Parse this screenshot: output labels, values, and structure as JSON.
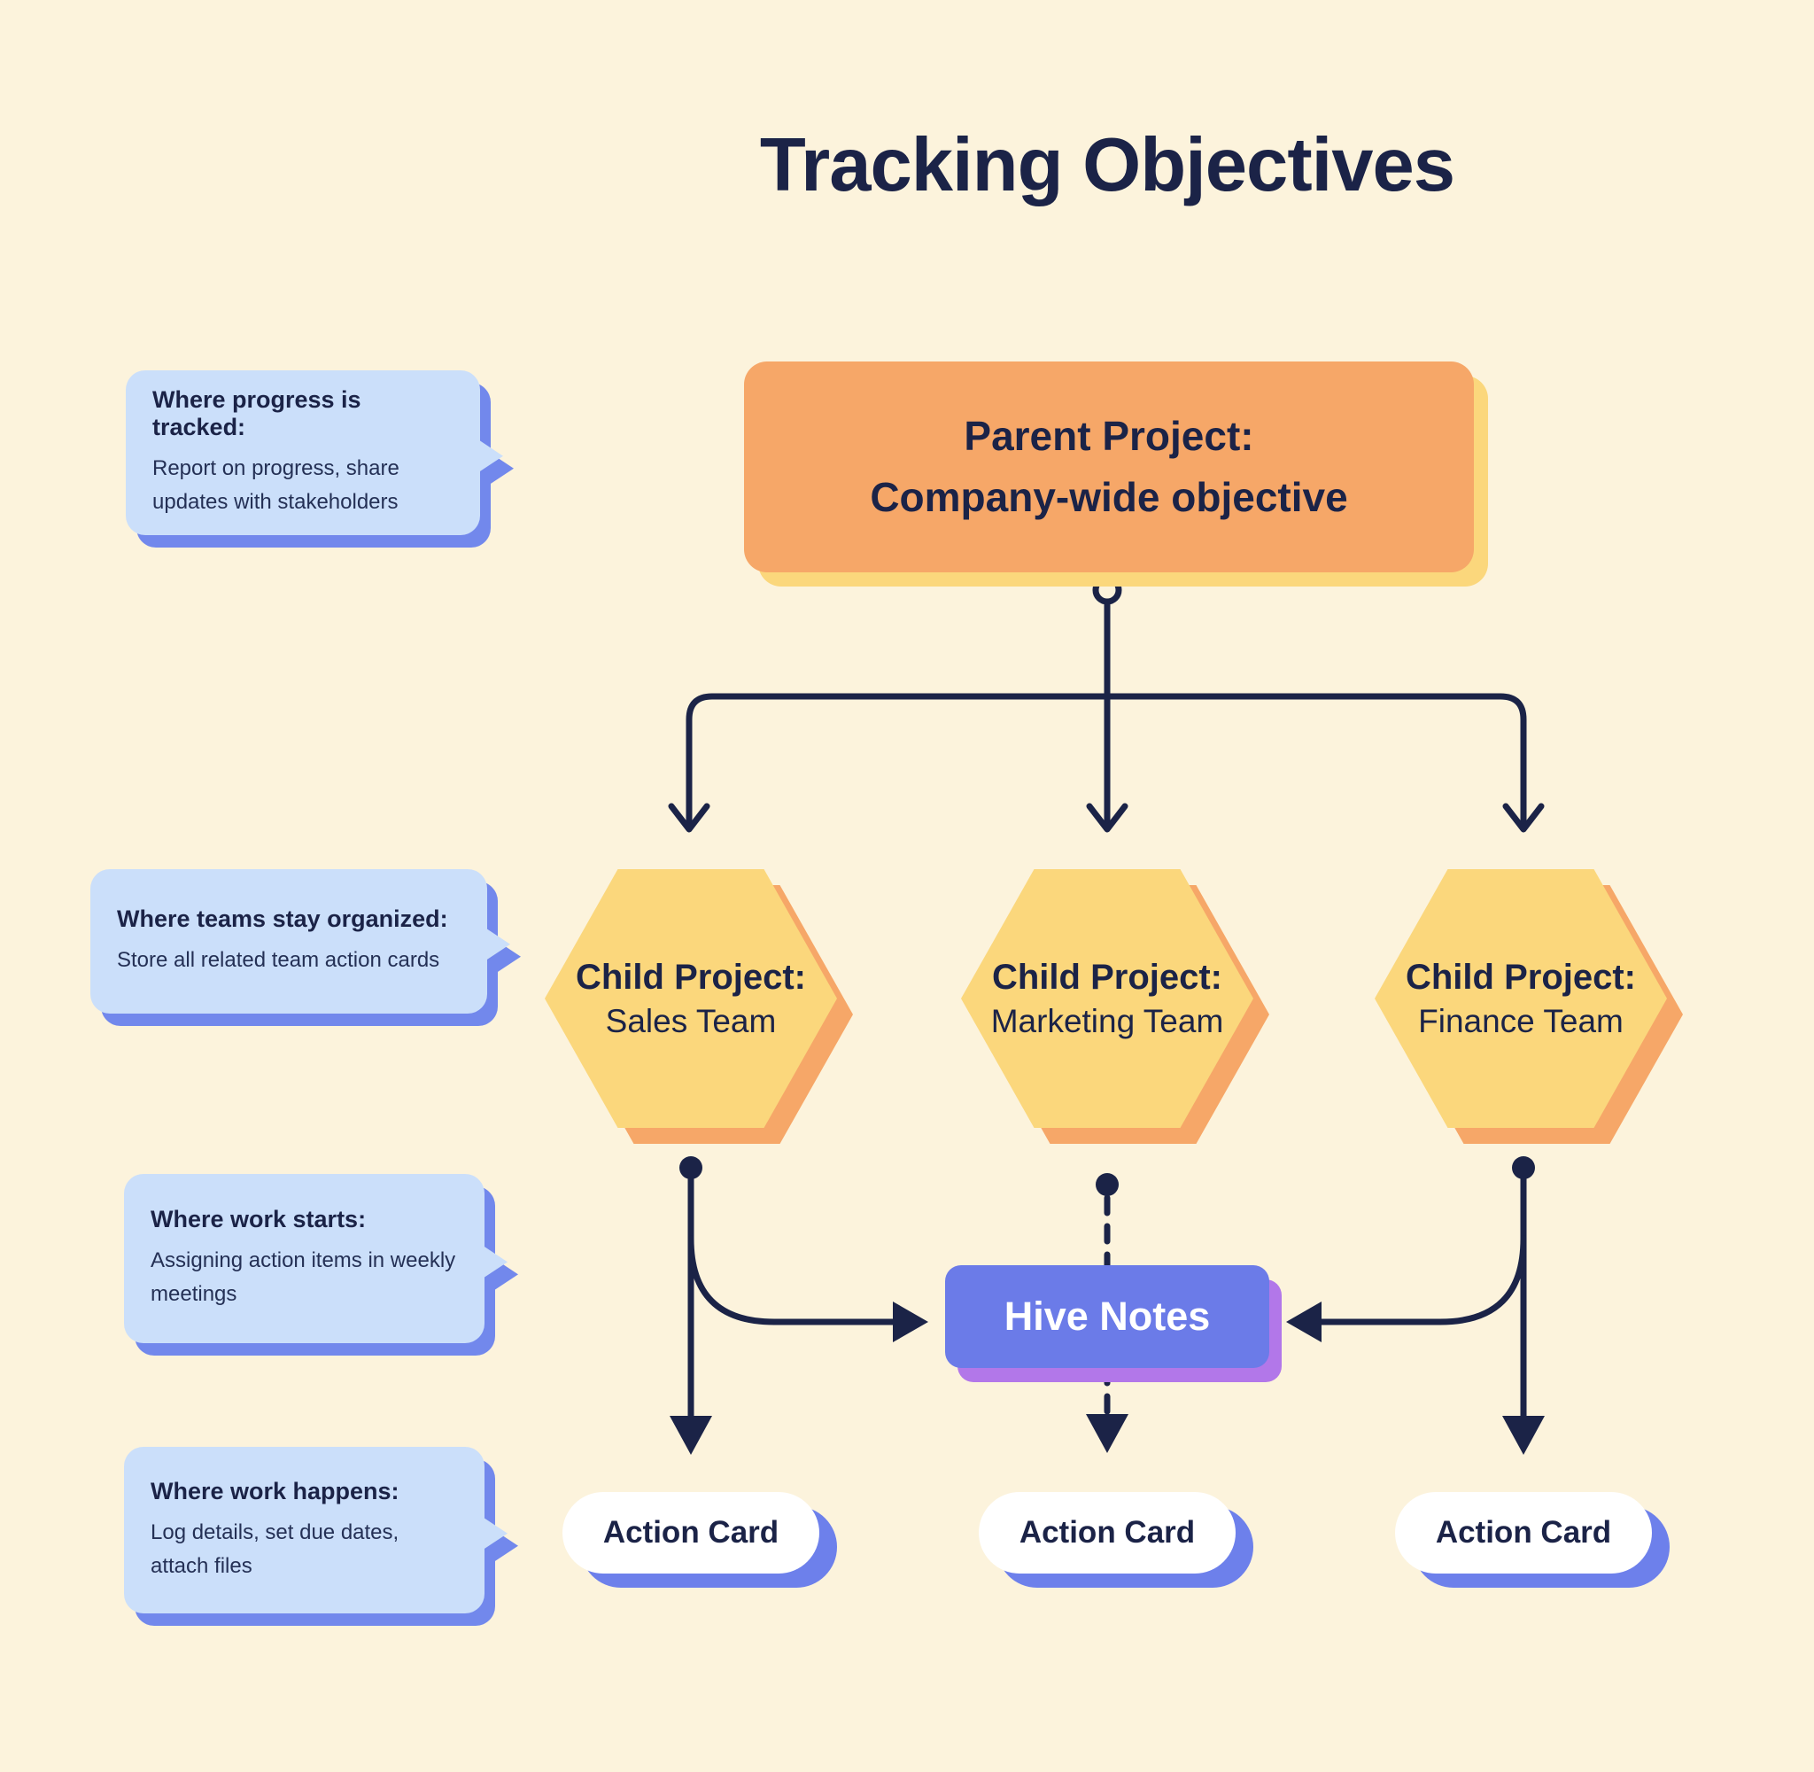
{
  "title": "Tracking Objectives",
  "parent_project": {
    "line1": "Parent Project:",
    "line2": "Company-wide objective"
  },
  "child_projects": [
    {
      "prefix": "Child Project:",
      "team": "Sales Team"
    },
    {
      "prefix": "Child Project:",
      "team": "Marketing Team"
    },
    {
      "prefix": "Child Project:",
      "team": "Finance Team"
    }
  ],
  "hive_notes": {
    "label": "Hive Notes"
  },
  "action_cards": [
    {
      "label": "Action Card"
    },
    {
      "label": "Action Card"
    },
    {
      "label": "Action Card"
    }
  ],
  "callouts": [
    {
      "title": "Where progress is tracked:",
      "body": "Report on progress, share updates with stakeholders"
    },
    {
      "title": "Where teams stay organized:",
      "body": "Store all related team action cards"
    },
    {
      "title": "Where work starts:",
      "body": "Assigning action items in weekly meetings"
    },
    {
      "title": "Where work happens:",
      "body": "Log details, set due dates, attach files"
    }
  ],
  "colors": {
    "background": "#FCF3DC",
    "navy_text_and_lines": "#1B2347",
    "parent_orange": "#F6A768",
    "hex_yellow": "#FBD77C",
    "callout_blue": "#CBDFFA",
    "shadow_periwinkle": "#7288EC",
    "hive_blue": "#6B7BE8",
    "hive_shadow_purple": "#B277E9",
    "action_card_white": "#FFFFFF"
  }
}
